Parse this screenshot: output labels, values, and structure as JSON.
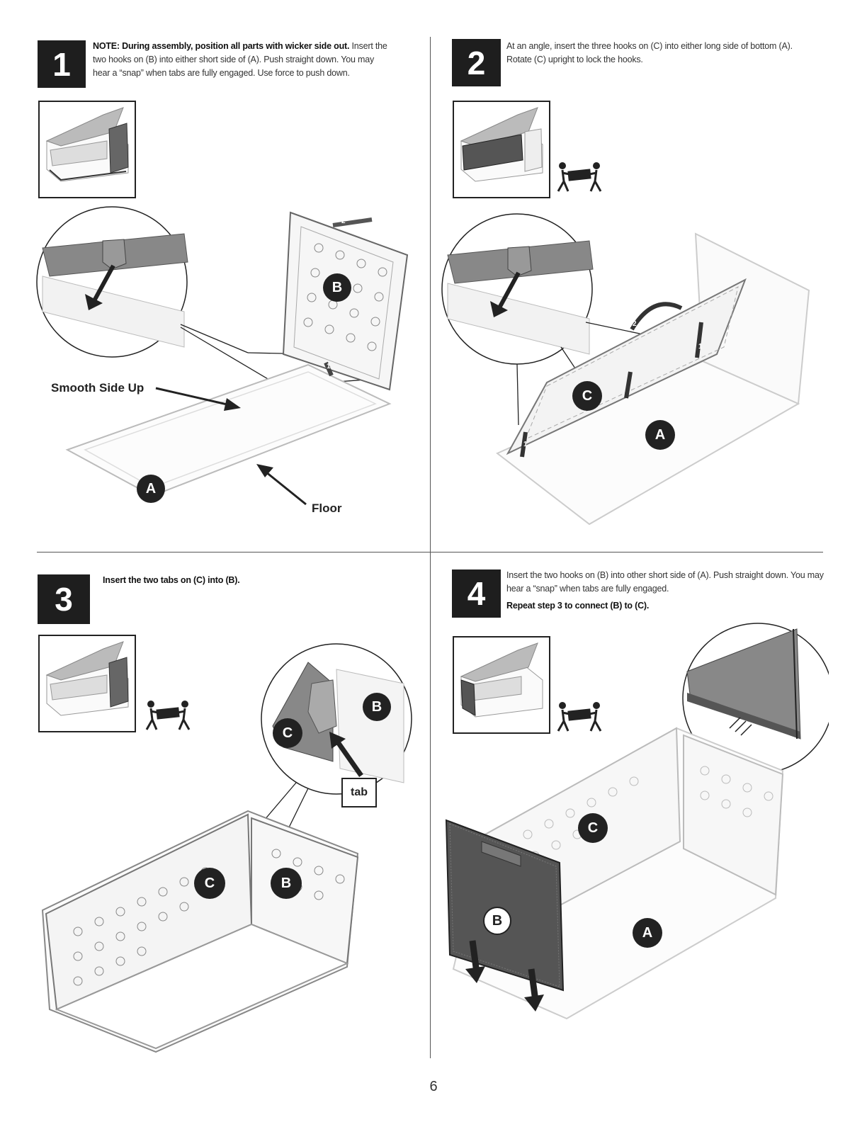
{
  "steps": [
    {
      "number": "1",
      "note_bold": "NOTE: During assembly, position all parts with wicker side out.",
      "text": "Insert the two hooks on (B) into either short side of (A). Push straight down. You may hear a “snap” when tabs are fully engaged. Use force to push down.",
      "labels": {
        "smooth": "Smooth Side Up",
        "floor": "Floor",
        "part_b": "B",
        "part_a": "A",
        "arrow1": "1",
        "arrow2": "2"
      }
    },
    {
      "number": "2",
      "text": "At an angle, insert the three hooks on (C) into either long side of bottom (A). Rotate (C) upright to lock the hooks.",
      "labels": {
        "part_c": "C",
        "part_a": "A",
        "arrow1a": "1",
        "arrow1b": "1",
        "arrow2": "2"
      }
    },
    {
      "number": "3",
      "text_bold": "Insert the two tabs on (C) into (B).",
      "labels": {
        "tab": "tab",
        "part_b_zoom": "B",
        "part_c_zoom": "C",
        "part_c": "C",
        "part_b": "B"
      }
    },
    {
      "number": "4",
      "text": "Insert the two hooks on (B) into other short side of (A). Push straight down. You may hear a “snap” when tabs are fully engaged.",
      "text_bold": "Repeat step 3 to connect (B) to (C).",
      "labels": {
        "part_c": "C",
        "part_b": "B",
        "part_a": "A"
      }
    }
  ],
  "page_number": "6",
  "icons": {
    "two_person_lift": "two-person-lift-icon",
    "thumbnail": "box-thumbnail-icon"
  }
}
